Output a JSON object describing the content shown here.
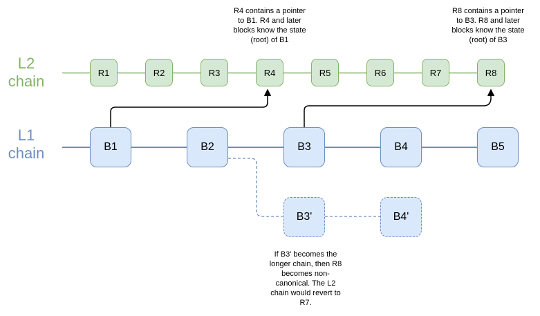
{
  "l2_chain": {
    "label_line1": "L2",
    "label_line2": "chain",
    "blocks": [
      "R1",
      "R2",
      "R3",
      "R4",
      "R5",
      "R6",
      "R7",
      "R8"
    ]
  },
  "l1_chain": {
    "label_line1": "L1",
    "label_line2": "chain",
    "blocks": [
      "B1",
      "B2",
      "B3",
      "B4",
      "B5"
    ]
  },
  "fork": {
    "blocks": [
      "B3'",
      "B4'"
    ]
  },
  "notes": {
    "r4": {
      "lines": [
        "R4 contains a pointer",
        "to B1. R4 and later",
        "blocks know the state",
        "(root) of B1"
      ]
    },
    "r8": {
      "lines": [
        "R8 contains a pointer",
        "to B3. R8 and later",
        "blocks know the state",
        "(root) of B3"
      ]
    },
    "fork": {
      "lines": [
        "If B3' becomes the",
        "longer chain, then R8",
        "becomes non-",
        "canonical. The L2",
        "chain would revert to",
        "R7."
      ]
    }
  },
  "colors": {
    "l2_stroke": "#82b366",
    "l2_fill": "#d5e8d4",
    "l1_stroke": "#6c8ebf",
    "l1_fill": "#dae8fc",
    "pointer_arrow": "#000000"
  }
}
